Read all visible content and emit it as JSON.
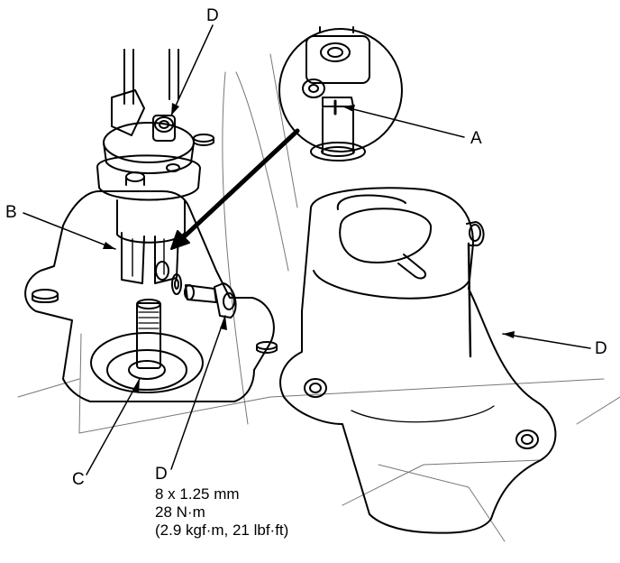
{
  "callouts": {
    "a": "A",
    "b": "B",
    "c": "C",
    "d_top": "D",
    "d_right": "D",
    "d_bottom": "D"
  },
  "spec": {
    "size": "8 x 1.25 mm",
    "torque_nm": "28 N·m",
    "torque_alt": "(2.9 kgf·m, 21 lbf·ft)"
  }
}
